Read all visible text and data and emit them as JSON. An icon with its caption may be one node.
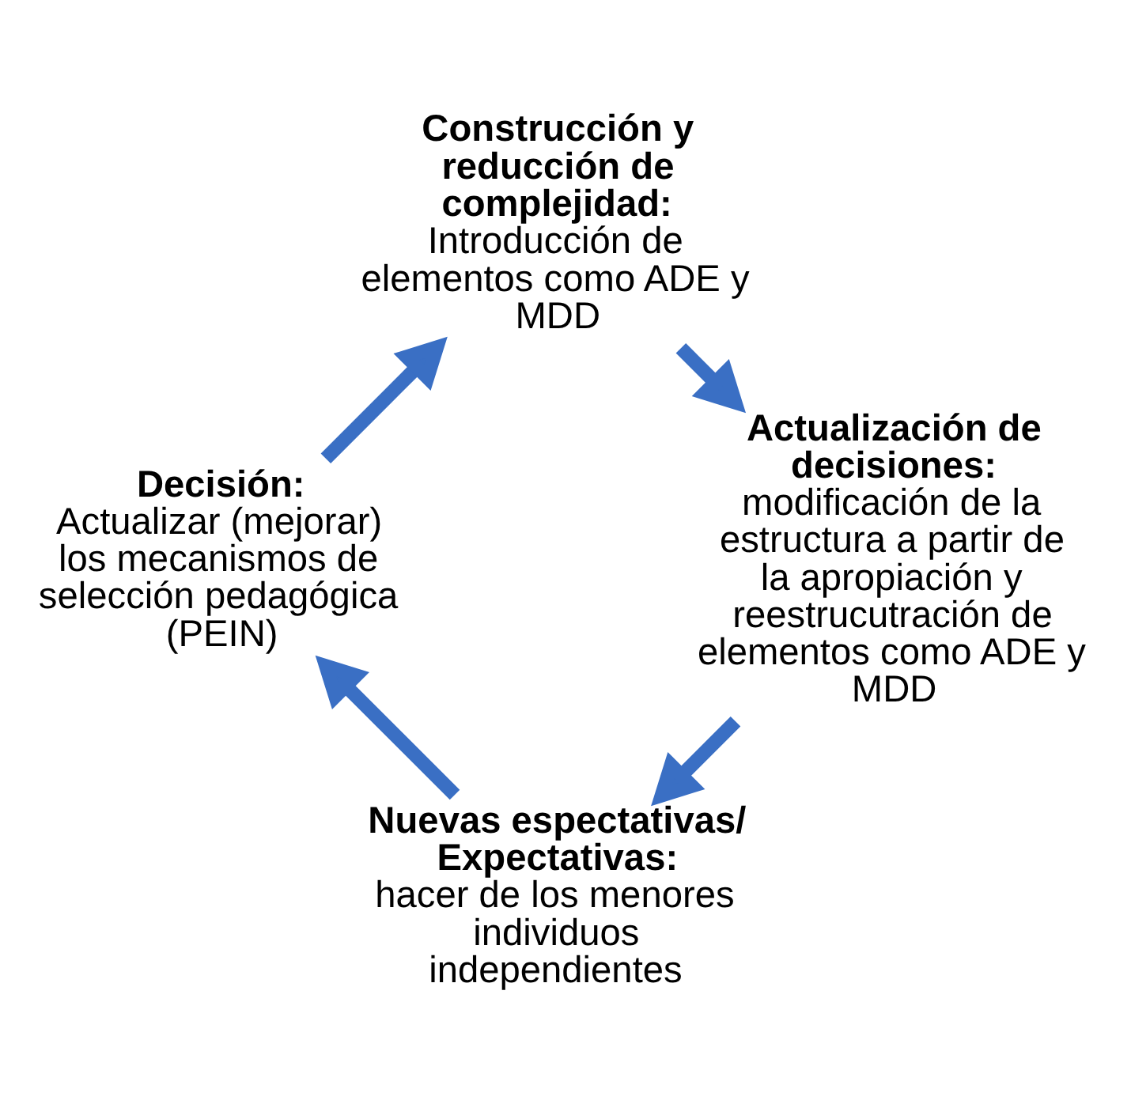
{
  "diagram": {
    "nodes": [
      {
        "text": [
          "Nuevas espectativas/ Expectativas:",
          "hacer de los menores individuos independientes"
        ]
      },
      {
        "text": [
          "Decisión:",
          "Actualizar (mejorar) los mecanismos de selección pedagógica (PEIN)"
        ]
      },
      {
        "text": [
          "Construcción y reducción de complejidad:",
          "Introducción de elementos como ADE y MDD"
        ]
      },
      {
        "text": [
          "Actualización de decisiones:",
          "modificación de la estructura a partir de la apropiación y reestrucutración de elementos como ADE y MDD"
        ]
      }
    ],
    "edges": [
      {
        "from": 0,
        "to": 1,
        "arrow": "to"
      },
      {
        "from": 1,
        "to": 2,
        "arrow": "to"
      },
      {
        "from": 2,
        "to": 3,
        "arrow": "to"
      },
      {
        "from": 3,
        "to": 0,
        "arrow": "to"
      }
    ]
  }
}
